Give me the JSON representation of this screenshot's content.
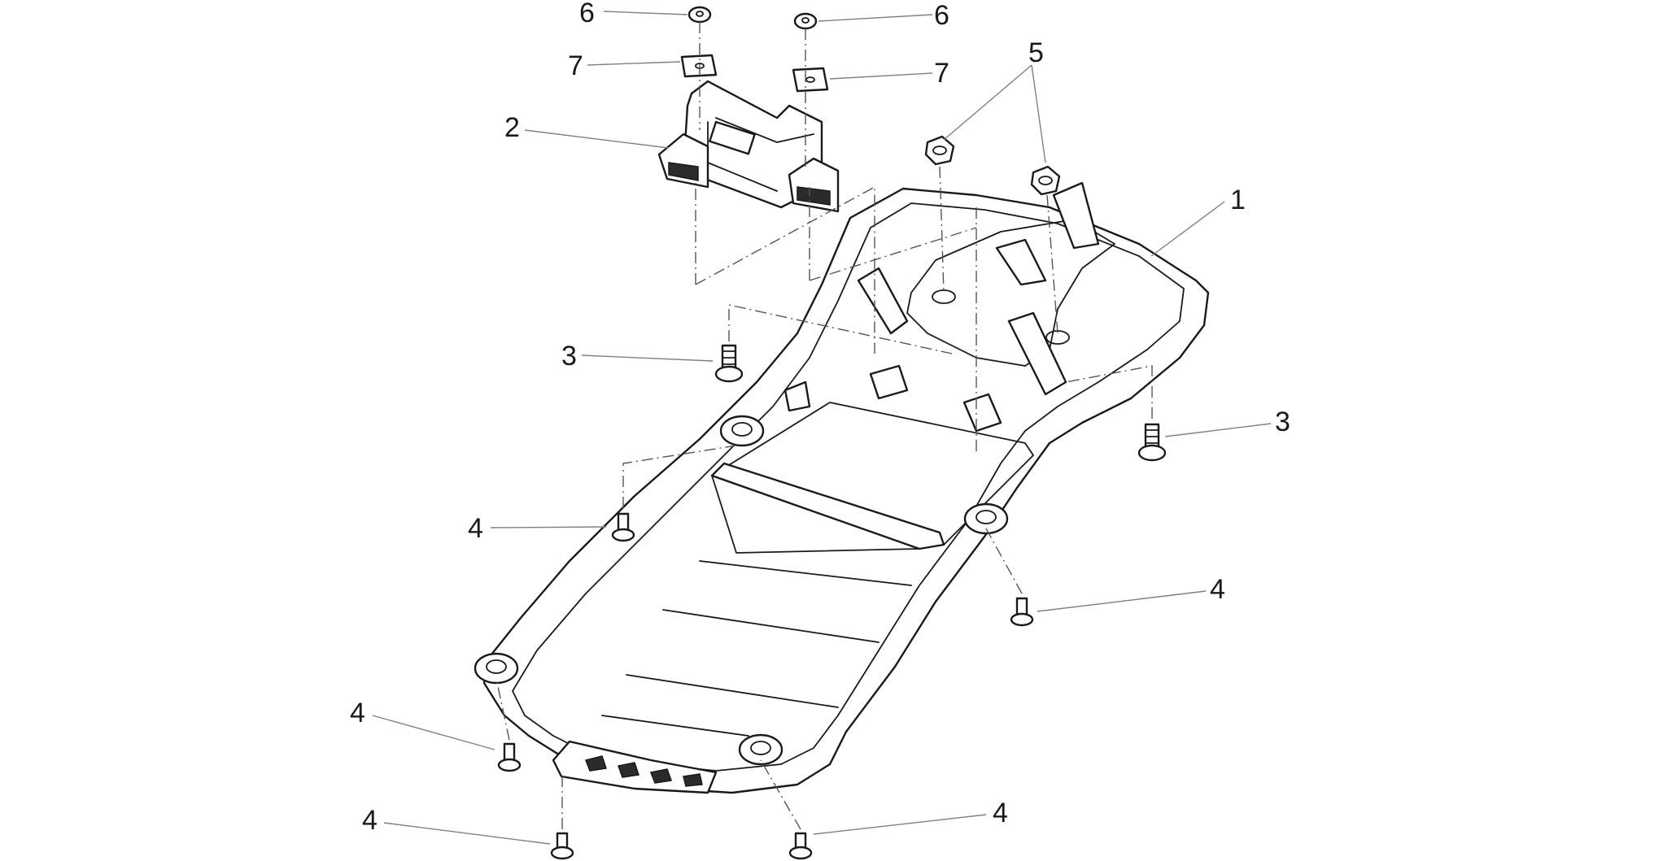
{
  "callouts": [
    {
      "id": "c1",
      "number": "1"
    },
    {
      "id": "c2",
      "number": "2"
    },
    {
      "id": "c3a",
      "number": "3"
    },
    {
      "id": "c3b",
      "number": "3"
    },
    {
      "id": "c4a",
      "number": "4"
    },
    {
      "id": "c4b",
      "number": "4"
    },
    {
      "id": "c4c",
      "number": "4"
    },
    {
      "id": "c4d",
      "number": "4"
    },
    {
      "id": "c4e",
      "number": "4"
    },
    {
      "id": "c5",
      "number": "5"
    },
    {
      "id": "c6a",
      "number": "6"
    },
    {
      "id": "c6b",
      "number": "6"
    },
    {
      "id": "c7a",
      "number": "7"
    },
    {
      "id": "c7b",
      "number": "7"
    }
  ]
}
